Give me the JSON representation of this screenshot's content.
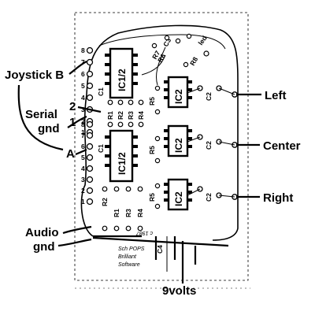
{
  "callouts": {
    "joystick_b": "Joystick B",
    "serial_gnd": "Serial\ngnd",
    "pin_2": "2",
    "pin_1": "1",
    "a": "A",
    "audio_gnd": "Audio\ngnd",
    "left": "Left",
    "center": "Center",
    "right": "Right",
    "nine_volts": "9volts"
  },
  "connector_pins": {
    "upper": [
      "8",
      "7",
      "6",
      "5",
      "4",
      "3",
      "2",
      "1"
    ],
    "lower": [
      "8",
      "7",
      "6",
      "5",
      "4",
      "3",
      "2",
      "1"
    ]
  },
  "chips": {
    "ic1_upper": "IC1/2",
    "ic1_lower": "IC1/2",
    "ic2_top": "IC2",
    "ic2_mid": "IC2",
    "ic2_bot": "IC2"
  },
  "components": {
    "c1_upper": "C1",
    "c1_lower": "C1",
    "r1_upper": "R1",
    "r2_upper": "R2",
    "r3_upper": "R3",
    "r4_upper": "R4",
    "r1_lower": "R1",
    "r2_lower": "R2",
    "r3_lower": "R3",
    "r4_lower": "R4",
    "r5_top": "R5",
    "r5_mid": "R5",
    "r5_bot": "R5",
    "r6": "R6",
    "r7": "R7",
    "r8": "R8",
    "c3": "C3",
    "c2_top": "C2",
    "c2_mid": "C2",
    "c2_bot": "C2",
    "c4": "C4",
    "led": "led"
  },
  "silkscreen": {
    "copyright": "c 1987",
    "line2": "Sch POPS",
    "line3": "Brilliant",
    "line4": "Software"
  }
}
